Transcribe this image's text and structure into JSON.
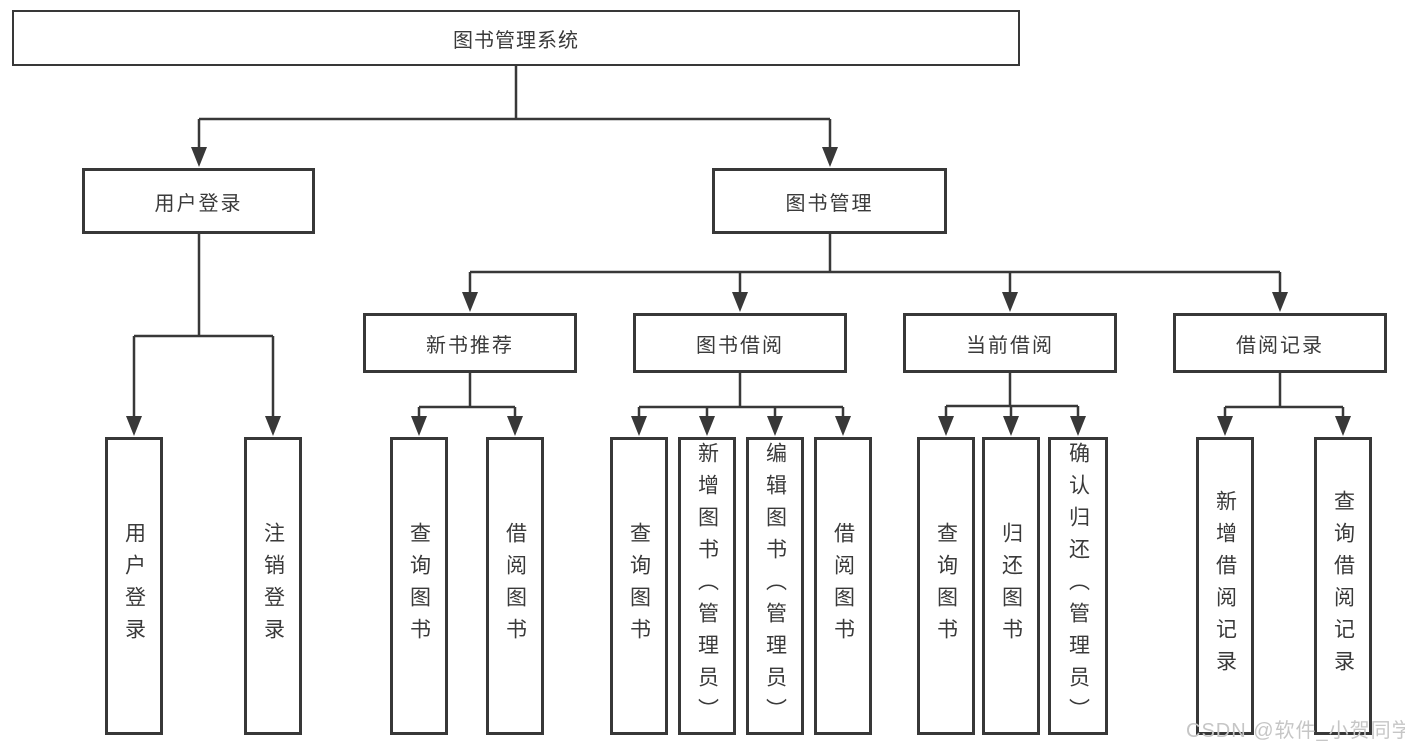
{
  "diagram": {
    "type": "hierarchy-tree",
    "line_color": "#383838",
    "text_color": "#3a3a3a",
    "background_color": "#ffffff",
    "tree": {
      "root": {
        "label": "图书管理系统",
        "children": [
          {
            "label": "用户登录",
            "children": [
              {
                "label": "用户登录"
              },
              {
                "label": "注销登录"
              }
            ]
          },
          {
            "label": "图书管理",
            "children": [
              {
                "label": "新书推荐",
                "children": [
                  {
                    "label": "查询图书"
                  },
                  {
                    "label": "借阅图书"
                  }
                ]
              },
              {
                "label": "图书借阅",
                "children": [
                  {
                    "label": "查询图书"
                  },
                  {
                    "label": "新增图书（管理员）"
                  },
                  {
                    "label": "编辑图书（管理员）"
                  },
                  {
                    "label": "借阅图书"
                  }
                ]
              },
              {
                "label": "当前借阅",
                "children": [
                  {
                    "label": "查询图书"
                  },
                  {
                    "label": "归还图书"
                  },
                  {
                    "label": "确认归还（管理员）"
                  }
                ]
              },
              {
                "label": "借阅记录",
                "children": [
                  {
                    "label": "新增借阅记录"
                  },
                  {
                    "label": "查询借阅记录"
                  }
                ]
              }
            ]
          }
        ]
      }
    }
  },
  "watermark": {
    "text": "CSDN @软件_小贺同学",
    "color": "#c6c6c6"
  }
}
